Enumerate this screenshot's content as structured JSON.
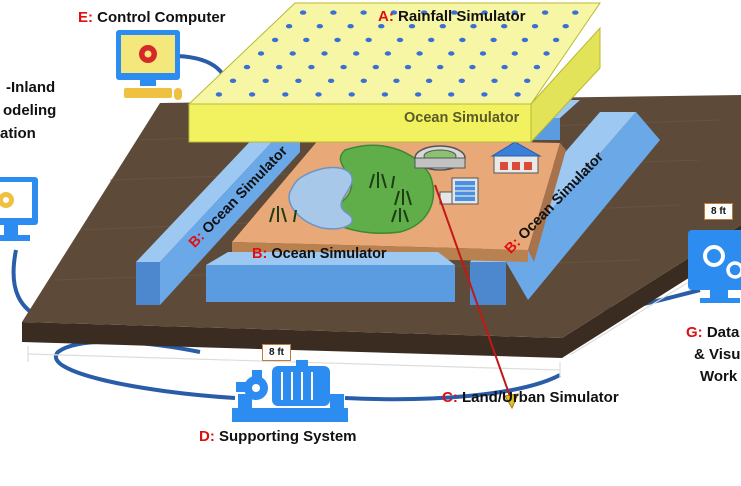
{
  "labels": {
    "a_letter": "A:",
    "a_text": "Rainfall Simulator",
    "b_letter": "B:",
    "b_text": "Ocean Simulator",
    "c_letter": "C:",
    "c_text": "Land/Urban Simulator",
    "d_letter": "D:",
    "d_text": "Supporting System",
    "e_letter": "E:",
    "e_text": "Control Computer",
    "g_letter": "G:",
    "g_text_line1": "Data",
    "g_text_line2": "& Visu",
    "g_text_line3": "Work",
    "back_ocean": "Ocean Simulator",
    "left_partial_line1": "-Inland",
    "left_partial_line2": "odeling",
    "left_partial_line3": "ation"
  },
  "dimensions": {
    "bottom": "8 ft",
    "right": "8 ft"
  },
  "colors": {
    "table_wood": "#5e4a38",
    "table_edge": "#3a2c20",
    "rain_box": "#f3f37a",
    "rain_dot": "#3a6fd8",
    "ocean_blue": "#6aa8e8",
    "sand": "#e9a878",
    "grass": "#5fae4a",
    "water": "#a8c8ea",
    "letter_red": "#e01010",
    "monitor_blue": "#2d8cf0"
  }
}
